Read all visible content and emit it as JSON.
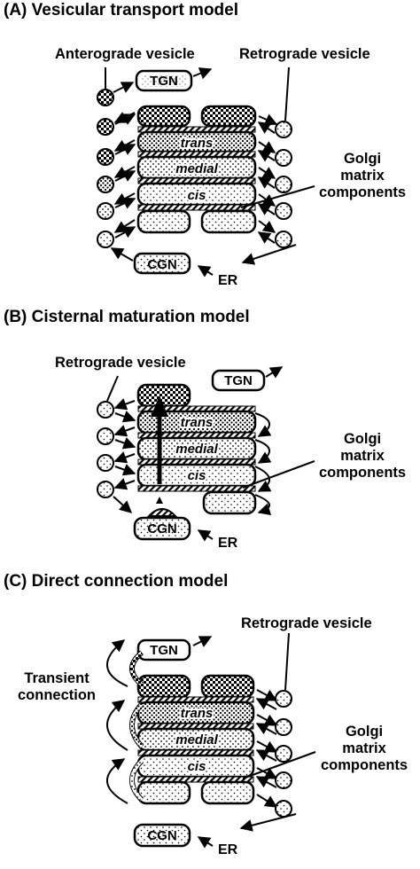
{
  "panels": {
    "a": {
      "title": "(A) Vesicular transport model",
      "anterograde": "Anterograde vesicle",
      "retrograde": "Retrograde vesicle",
      "golgi": [
        "Golgi",
        "matrix",
        "components"
      ],
      "tgn": "TGN",
      "trans": "trans",
      "medial": "medial",
      "cis": "cis",
      "cgn": "CGN",
      "er": "ER"
    },
    "b": {
      "title": "(B) Cisternal maturation model",
      "retrograde": "Retrograde vesicle",
      "golgi": [
        "Golgi",
        "matrix",
        "components"
      ],
      "tgn": "TGN",
      "trans": "trans",
      "medial": "medial",
      "cis": "cis",
      "cgn": "CGN",
      "er": "ER"
    },
    "c": {
      "title": "(C) Direct connection model",
      "retrograde": "Retrograde vesicle",
      "transient": [
        "Transient",
        "connection"
      ],
      "golgi": [
        "Golgi",
        "matrix",
        "components"
      ],
      "tgn": "TGN",
      "trans": "trans",
      "medial": "medial",
      "cis": "cis",
      "cgn": "CGN",
      "er": "ER"
    }
  },
  "colors": {
    "ink": "#000000",
    "background": "#ffffff"
  },
  "patterns": [
    "dense-checker-dots",
    "crosshatch-band",
    "medium-dots",
    "sparse-dots"
  ]
}
